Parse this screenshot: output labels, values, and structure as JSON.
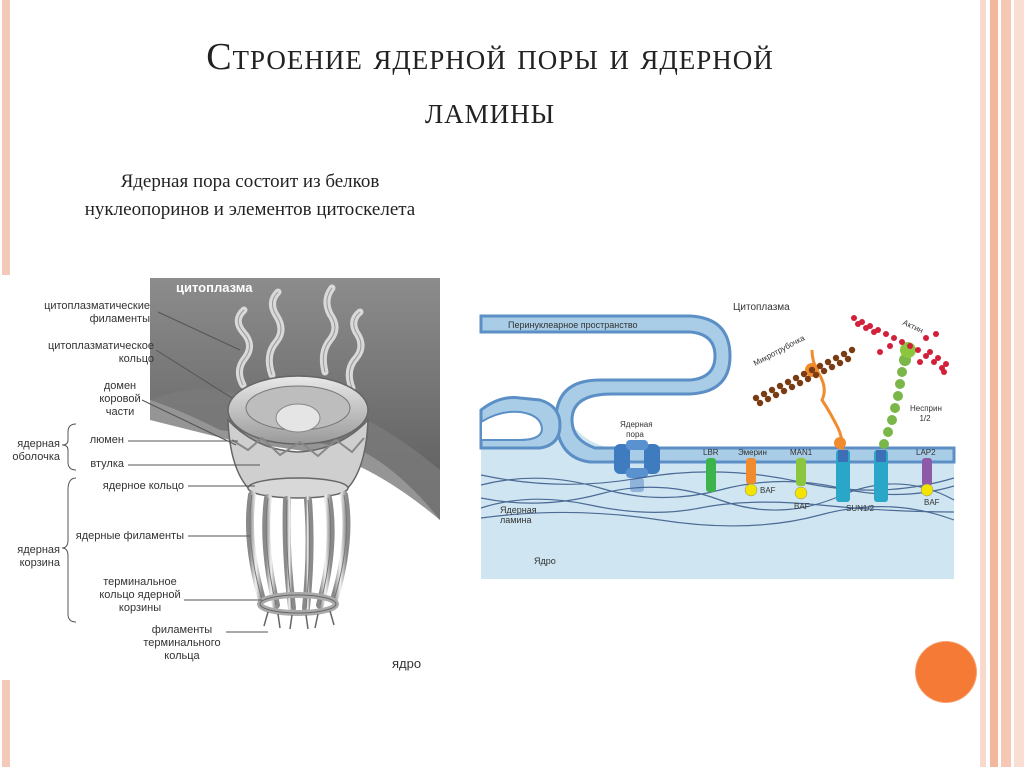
{
  "slide": {
    "title_line1": "Строение ядерной поры и ядерной",
    "title_line2": "ламины",
    "subtitle_line1": "Ядерная пора состоит из белков",
    "subtitle_line2": "нуклеопоринов и элементов цитоскелета"
  },
  "left_diagram": {
    "cytoplasm": "цитоплазма",
    "nucleus": "ядро",
    "labels": {
      "cyt_filaments": [
        "цитоплазматические",
        "филаменты"
      ],
      "cyt_ring": [
        "цитоплазматическое",
        "кольцо"
      ],
      "core_domain": [
        "домен",
        "коровой",
        "части"
      ],
      "lumen": "люмен",
      "plug": "втулка",
      "nuclear_ring": "ядерное кольцо",
      "nuclear_filaments": "ядерные филаменты",
      "terminal_ring": [
        "терминальное",
        "кольцо ядерной",
        "корзины"
      ],
      "terminal_filaments": [
        "филаменты",
        "терминального",
        "кольца"
      ],
      "nuclear_envelope": [
        "ядерная",
        "оболочка"
      ],
      "nuclear_basket": [
        "ядерная",
        "корзина"
      ]
    }
  },
  "right_diagram": {
    "cytoplasm": "Цитоплазма",
    "perinuclear": "Перинуклеарное пространство",
    "nuclear_pore": [
      "Ядерная",
      "пора"
    ],
    "microtubule": "Микротрубочка",
    "actin": "Актин",
    "nesprin": [
      "Несприн",
      "1/2"
    ],
    "lamina": [
      "Ядерная",
      "ламина"
    ],
    "nucleus": "Ядро",
    "proteins": {
      "lbr": "LBR",
      "emerin": "Эмерин",
      "man1": "MAN1",
      "lap2": "LAP2",
      "sun": "SUN1/2",
      "baf": "BAF"
    },
    "colors": {
      "background": "#cfe6f2",
      "membrane": "#5b8fc6",
      "lbr": "#3cb44b",
      "emerin": "#f08c2e",
      "man1": "#8cc63f",
      "sun": "#2aa6c9",
      "lap2": "#8e5aa8",
      "baf": "#f2e400",
      "microtubule": "#7a3b12",
      "actin": "#d2203b",
      "nesprin": "#7ab648"
    }
  },
  "theme": {
    "accent": "#f47a35",
    "frame": "#f3c9b7"
  }
}
